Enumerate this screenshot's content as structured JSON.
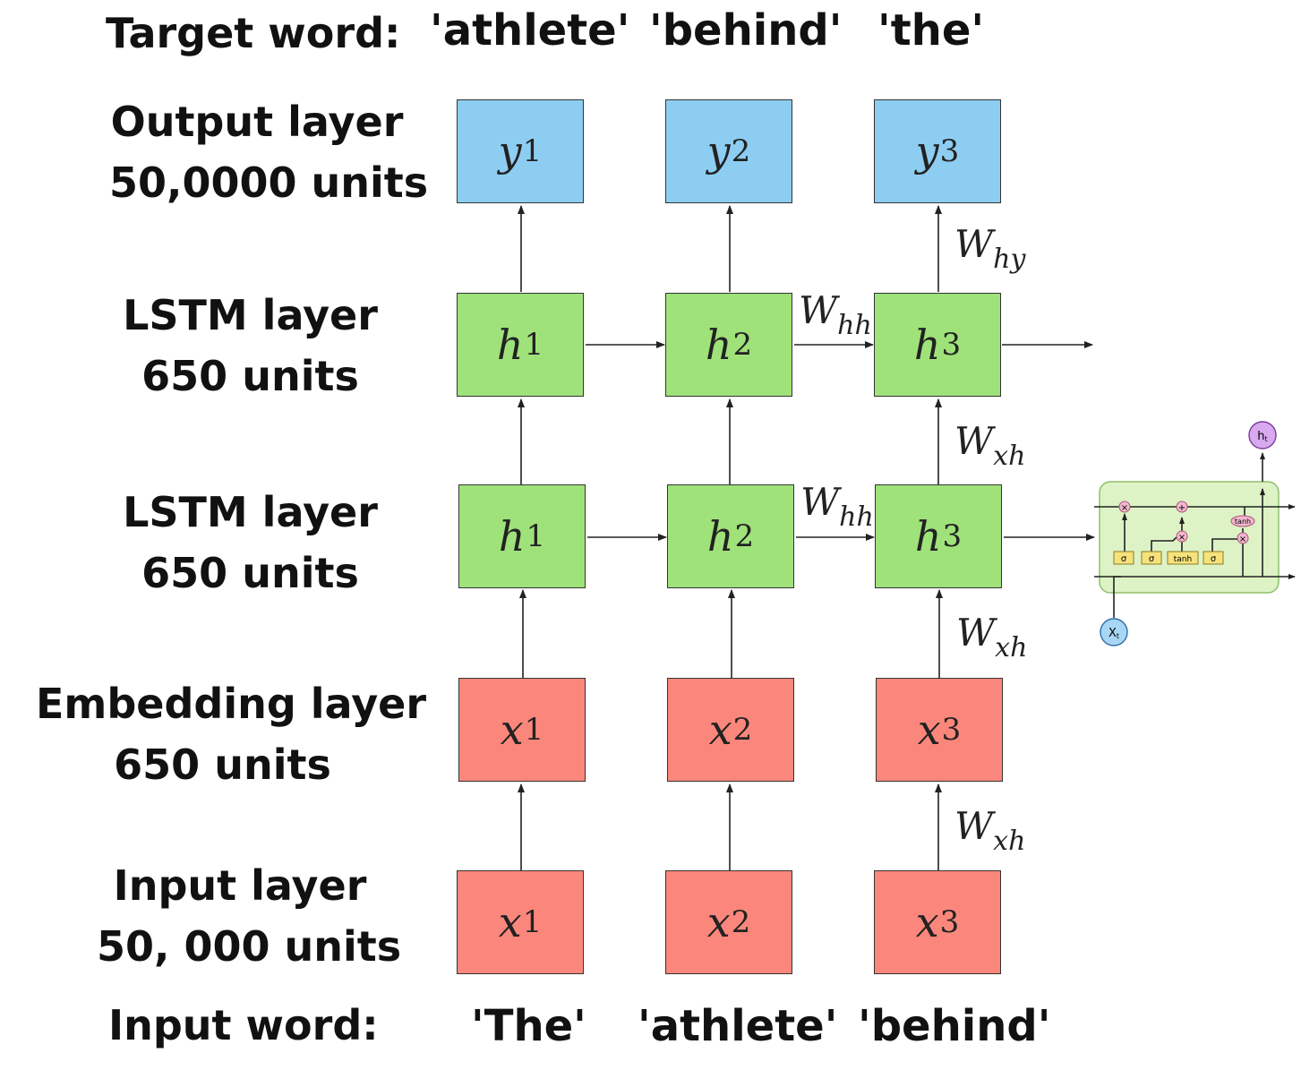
{
  "header": {
    "target_label": "Target word:",
    "target_words": [
      "'athlete'",
      "'behind'",
      "'the'"
    ]
  },
  "layers": {
    "output": {
      "name": "Output layer",
      "units": "50,0000 units"
    },
    "lstm_top": {
      "name": "LSTM layer",
      "units": "650 units"
    },
    "lstm_bottom": {
      "name": "LSTM layer",
      "units": "650 units"
    },
    "embedding": {
      "name": "Embedding layer",
      "units": "650 units"
    },
    "input": {
      "name": "Input layer",
      "units": "50, 000 units"
    }
  },
  "footer": {
    "input_label": "Input word:",
    "input_words": [
      "'The'",
      "'athlete'",
      "'behind'"
    ]
  },
  "nodes": {
    "y": {
      "sym": "y",
      "subs": [
        "1",
        "2",
        "3"
      ]
    },
    "h": {
      "sym": "h",
      "subs": [
        "1",
        "2",
        "3"
      ]
    },
    "x": {
      "sym": "x",
      "subs": [
        "1",
        "2",
        "3"
      ]
    }
  },
  "weights": {
    "W": "W",
    "hy": "hy",
    "hh": "hh",
    "xh": "xh"
  },
  "lstm_cell": {
    "sigma": "σ",
    "tanh": "tanh",
    "times": "×",
    "plus": "+",
    "input": "X",
    "input_sub": "t",
    "output": "h",
    "output_sub": "t"
  },
  "colors": {
    "output": "#8ecdf2",
    "lstm": "#9fe27a",
    "embedding": "#fb877c",
    "cell_bg": "#ddf3c6",
    "gate": "#f5e27a",
    "ht": "#d9a9ef",
    "xt": "#a8d6f4"
  }
}
